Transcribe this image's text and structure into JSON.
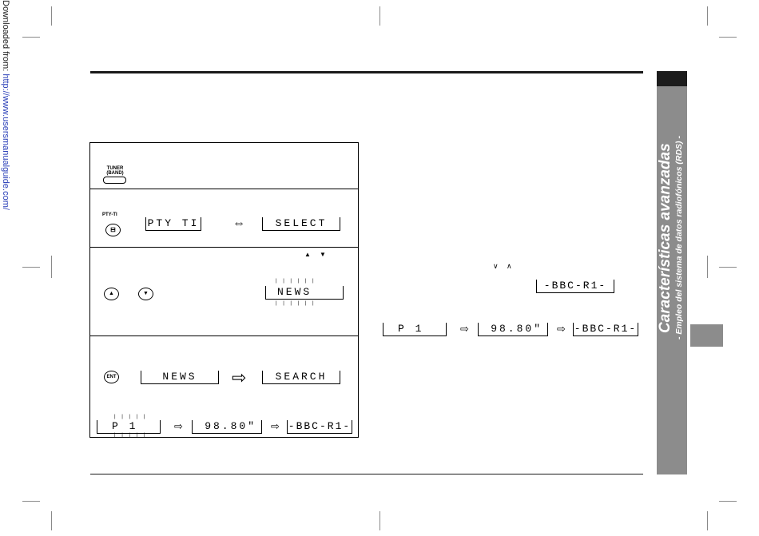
{
  "watermark": {
    "prefix": "Downloaded from: ",
    "url": "http://www.usersmanualguide.com/"
  },
  "sidebar": {
    "title": "Características avanzadas",
    "subtitle": "- Empleo del sistema de datos radiofónicos (RDS) -"
  },
  "step1": {
    "button_top": "TUNER",
    "button_bottom": "(BAND)"
  },
  "step2": {
    "button_label": "PTY-TI",
    "display_a": "PTY TI",
    "display_b": "SELECT"
  },
  "step3": {
    "arrow_up": "▲",
    "arrow_down": "▼",
    "display": "NEWS"
  },
  "step4": {
    "button_label": "ENT",
    "display_a": "NEWS",
    "display_b": "SEARCH",
    "seq_1": "P 1",
    "seq_2": "98.80\"",
    "seq_3": "-BBC-R1-"
  },
  "right_col": {
    "chevron_down": "∨",
    "chevron_up": "∧",
    "display_station": "-BBC-R1-",
    "seq_1": "P 1",
    "seq_2": "98.80\"",
    "seq_3": "-BBC-R1-"
  },
  "icons": {
    "sequence_arrow": "⇨",
    "swap_arrow": "⇔"
  }
}
